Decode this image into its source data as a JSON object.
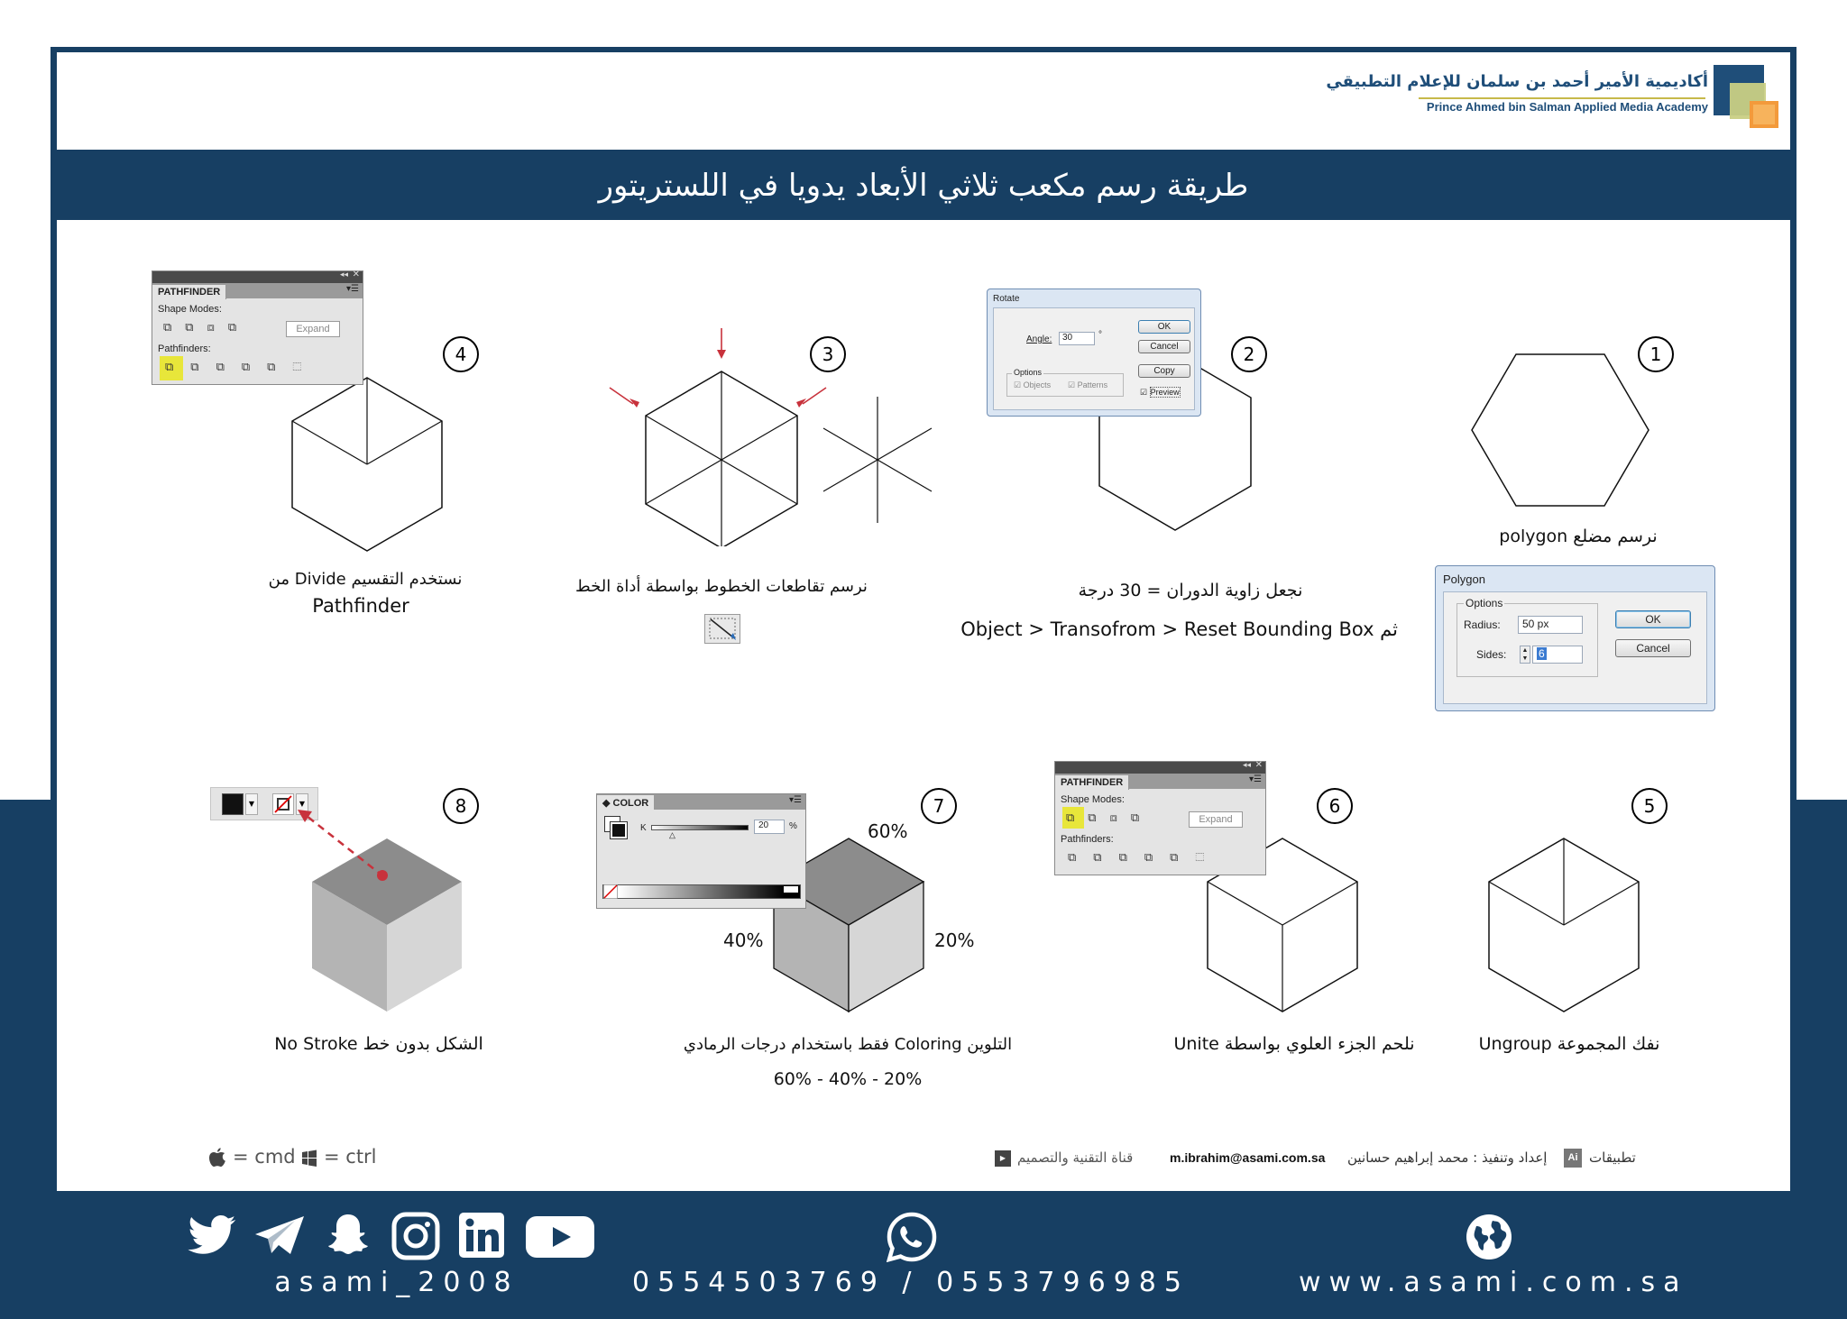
{
  "header": {
    "academy_ar": "أكاديمية الأمير أحمد بن سلمان للإعلام التطبيقي",
    "academy_en": "Prince Ahmed bin Salman Applied Media Academy",
    "title": "طريقة رسم مكعب ثلاثي الأبعاد يدويا في اللستريتور"
  },
  "steps": {
    "s1": {
      "num": "1",
      "caption": "نرسم مضلع polygon"
    },
    "s2": {
      "num": "2",
      "caption1": "نجعل زاوية الدوران = 30 درجة",
      "caption2": "ثم Object > Transofrom > Reset Bounding Box"
    },
    "s3": {
      "num": "3",
      "caption": "نرسم تقاطعات الخطوط بواسطة أداة الخط"
    },
    "s4": {
      "num": "4",
      "caption1": "نستخدم التقسيم Divide من",
      "caption2": "Pathfinder"
    },
    "s5": {
      "num": "5",
      "caption": "نفك المجموعة Ungroup"
    },
    "s6": {
      "num": "6",
      "caption": "نلحم الجزء العلوي بواسطة Unite"
    },
    "s7": {
      "num": "7",
      "caption1": "التلوين Coloring فقط باستخدام درجات الرمادي",
      "caption2": "60% - 40% - 20%",
      "pct_top": "60%",
      "pct_left": "40%",
      "pct_right": "20%"
    },
    "s8": {
      "num": "8",
      "caption": "الشكل بدون خط No Stroke"
    }
  },
  "pathfinder_panel": {
    "tab": "PATHFINDER",
    "shape_modes": "Shape Modes:",
    "pathfinders": "Pathfinders:",
    "expand": "Expand"
  },
  "rotate_dialog": {
    "title": "Rotate",
    "angle_label": "Angle:",
    "angle_value": "30",
    "angle_unit": "°",
    "options": "Options",
    "objects": "Objects",
    "patterns": "Patterns",
    "ok": "OK",
    "cancel": "Cancel",
    "copy": "Copy",
    "preview": "Preview"
  },
  "polygon_dialog": {
    "title": "Polygon",
    "options": "Options",
    "radius_label": "Radius:",
    "radius_value": "50 px",
    "sides_label": "Sides:",
    "sides_value": "6",
    "ok": "OK",
    "cancel": "Cancel"
  },
  "color_panel": {
    "tab": "COLOR",
    "k_label": "K",
    "k_value": "20",
    "unit": "%"
  },
  "credits": {
    "shortcut_cmd": "= cmd",
    "shortcut_ctrl": "= ctrl",
    "channel": "قناة التقنية والتصميم",
    "email": "m.ibrahim@asami.com.sa",
    "author": "إعداد وتنفيذ : محمد إبراهيم حسانين",
    "apps": "تطبيقات",
    "ai_badge": "Ai"
  },
  "footer": {
    "handle": "asami_2008",
    "phones": "0554503769 / 0553796985",
    "website": "www.asami.com.sa"
  },
  "colors": {
    "navy": "#173f63",
    "highlight": "#e8e63a",
    "arrow_red": "#c8323c",
    "gray_dark": "#8c8c8c",
    "gray_mid": "#b4b4b4",
    "gray_light": "#d6d6d6"
  },
  "icons": [
    "twitter-icon",
    "telegram-icon",
    "snapchat-icon",
    "instagram-icon",
    "linkedin-icon",
    "youtube-icon",
    "whatsapp-icon",
    "globe-icon",
    "apple-icon",
    "windows-icon"
  ]
}
